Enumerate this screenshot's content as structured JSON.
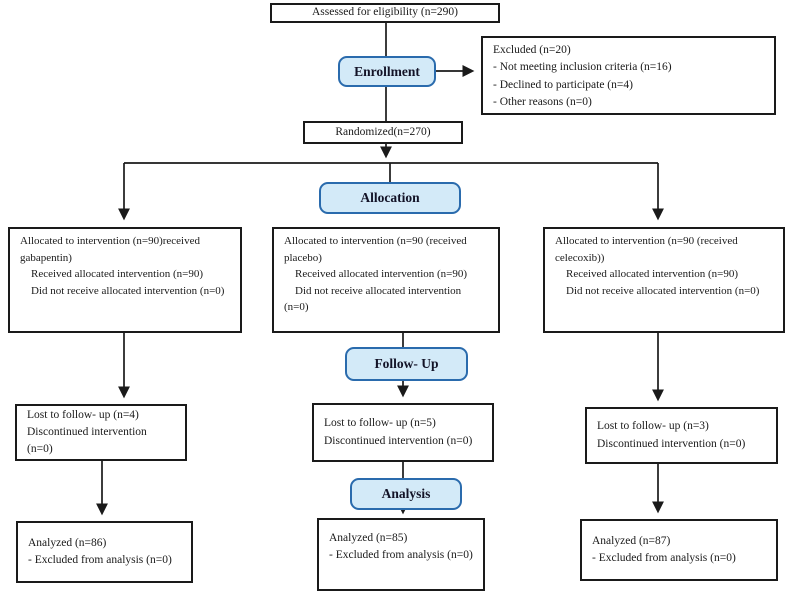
{
  "flow": {
    "type": "consort-flow-diagram",
    "assessed": "Assessed for eligibility (n=290)",
    "excluded": {
      "title": "Excluded (n=20)",
      "items": [
        "- Not meeting inclusion criteria (n=16)",
        "- Declined to participate (n=4)",
        "- Other reasons (n=0)"
      ]
    },
    "randomized": "Randomized(n=270)",
    "stage_labels": {
      "enrollment": "Enrollment",
      "allocation": "Allocation",
      "followup": "Follow- Up",
      "analysis": "Analysis"
    },
    "arms": [
      {
        "id": "gabapentin",
        "allocation": [
          "Allocated to intervention (n=90)received gabapentin)",
          "Received allocated intervention (n=90)",
          "Did not receive allocated intervention (n=0)"
        ],
        "followup": [
          "Lost to follow- up (n=4)",
          "Discontinued intervention (n=0)"
        ],
        "analysis": [
          "Analyzed (n=86)",
          "- Excluded from analysis (n=0)"
        ]
      },
      {
        "id": "placebo",
        "allocation": [
          "Allocated to intervention (n=90 (received placebo)",
          "Received allocated intervention (n=90)",
          "Did not receive allocated intervention (n=0)"
        ],
        "followup": [
          "Lost to follow- up (n=5)",
          "Discontinued intervention (n=0)"
        ],
        "analysis": [
          "Analyzed (n=85)",
          "- Excluded from analysis (n=0)"
        ]
      },
      {
        "id": "celecoxib",
        "allocation": [
          "Allocated to intervention (n=90 (received celecoxib))",
          "Received allocated intervention (n=90)",
          "Did not receive allocated intervention (n=0)"
        ],
        "followup": [
          "Lost to follow- up (n=3)",
          "Discontinued intervention (n=0)"
        ],
        "analysis": [
          "Analyzed (n=87)",
          "- Excluded from analysis (n=0)"
        ]
      }
    ],
    "colors": {
      "stage_fill": "#d3eaf8",
      "stage_border": "#2a6bad",
      "box_border": "#1a1a1a"
    }
  }
}
